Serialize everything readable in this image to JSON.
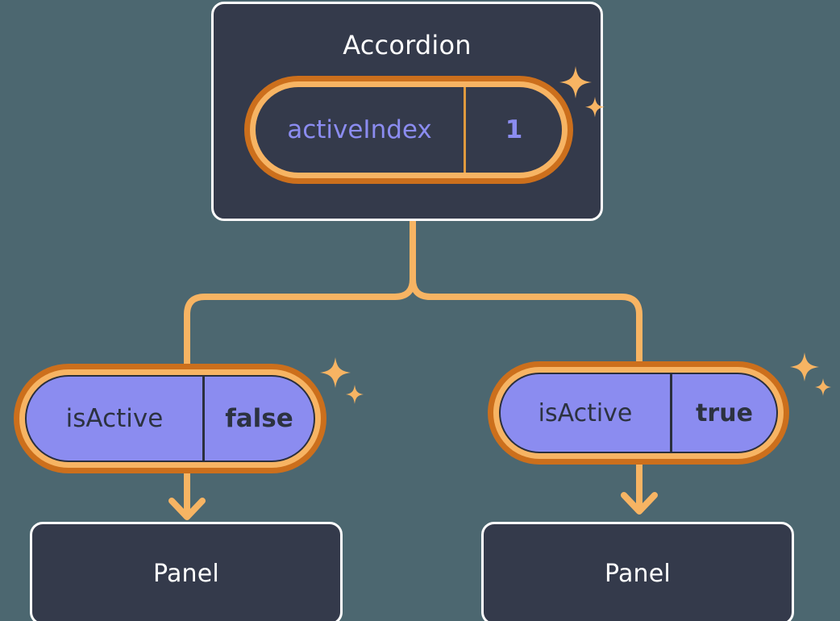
{
  "theme": {
    "background": "#4c6770",
    "card_fill": "#343a4b",
    "card_border": "#ffffff",
    "pill_ring_inner": "#f7b463",
    "pill_ring_outer": "#cc6f1c",
    "pill_purple_fill": "#8b8cf0",
    "pill_dark_text": "#8b8cf0",
    "pill_purple_text": "#2c3240",
    "connector": "#f7b463",
    "sparkle": "#f7b463"
  },
  "diagram": {
    "type": "component-state-tree",
    "root": {
      "name": "accordion-component",
      "title": "Accordion",
      "state": {
        "key": "activeIndex",
        "value": "1"
      }
    },
    "branches": [
      {
        "name": "branch-left",
        "state": {
          "key": "isActive",
          "value": "false"
        },
        "child": {
          "name": "panel-left",
          "title": "Panel"
        }
      },
      {
        "name": "branch-right",
        "state": {
          "key": "isActive",
          "value": "true"
        },
        "child": {
          "name": "panel-right",
          "title": "Panel"
        }
      }
    ]
  },
  "icons": {
    "sparkle": "sparkle-icon",
    "arrow_down": "arrow-down-icon"
  }
}
